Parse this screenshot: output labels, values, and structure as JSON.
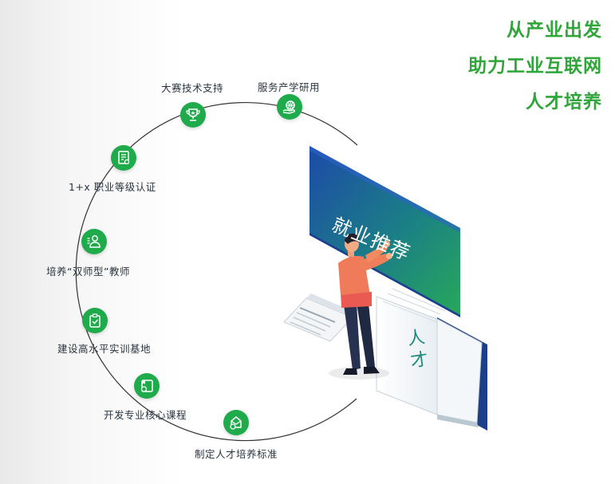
{
  "headline": {
    "line1": "从产业出发",
    "line2": "助力工业互联网",
    "line3": "人才培养"
  },
  "circle_items": [
    {
      "label": "大赛技术支持",
      "icon": "trophy-icon"
    },
    {
      "label": "服务产学研用",
      "icon": "globe-hand-icon"
    },
    {
      "label": "1+x 职业等级认证",
      "icon": "certificate-icon"
    },
    {
      "label": "培养“双师型”教师",
      "icon": "teacher-icon"
    },
    {
      "label": "建设高水平实训基地",
      "icon": "clipboard-icon"
    },
    {
      "label": "开发专业核心课程",
      "icon": "course-icon"
    },
    {
      "label": "制定人才培养标准",
      "icon": "standard-icon"
    }
  ],
  "board": {
    "text": "就业推荐"
  },
  "book": {
    "text": "人才"
  },
  "colors": {
    "accent_green": "#2fa53a",
    "node_green": "#1faa4b",
    "board_blue": "#1f4fa8",
    "board_green": "#22a35a"
  }
}
